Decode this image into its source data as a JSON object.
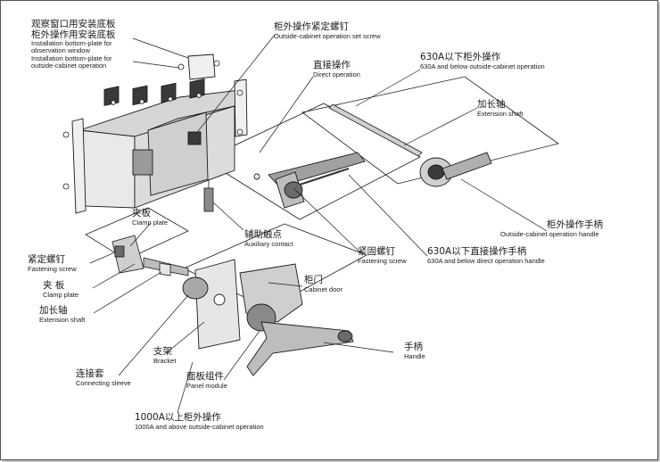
{
  "labels": {
    "observation_plate_zh": "观察窗口用安装底板",
    "outside_plate_zh": "柜外操作用安装底板",
    "observation_plate_en_1": "Installation bottom-plate for",
    "observation_plate_en_2": "observation window",
    "outside_plate_en_1": "Installation bottom-plate for",
    "outside_plate_en_2": "outside-cabinet operation",
    "set_screw_zh": "柜外操作紧定螺钉",
    "set_screw_en": "Outside-cabinet operation set screw",
    "direct_op_zh": "直接操作",
    "direct_op_en": "Direct operation",
    "op630_zh": "630A以下柜外操作",
    "op630_en": "630A and below outside-cabinet operation",
    "ext_shaft_zh": "加长轴",
    "ext_shaft_en": "Extension shaft",
    "clamp_plate_zh": "夹板",
    "clamp_plate_en": "Clamp plate",
    "aux_contact_zh": "辅助触点",
    "aux_contact_en": "Auxiliary contact",
    "outside_handle_zh": "柜外操作手柄",
    "outside_handle_en": "Outside-cabinet operation handle",
    "fastening_screw_left_zh": "紧定螺钉",
    "fastening_screw_left_en": "Fastening screw",
    "fastening_screw_mid_zh": "紧固螺钉",
    "fastening_screw_mid_en": "Fastening screw",
    "direct_handle630_zh": "630A以下直接操作手柄",
    "direct_handle630_en": "630A and below direct operation handle",
    "clamp_plate2_zh": "夹 板",
    "clamp_plate2_en": "Clamp plate",
    "ext_shaft2_zh": "加长轴",
    "ext_shaft2_en": "Extension shaft",
    "cabinet_door_zh": "柜门",
    "cabinet_door_en": "Cabinet door",
    "bracket_zh": "支架",
    "bracket_en": "Bracket",
    "panel_module_zh": "面板组件",
    "panel_module_en": "Panel module",
    "handle_zh": "手柄",
    "handle_en": "Handle",
    "sleeve_zh": "连接套",
    "sleeve_en": "Connecting sleeve",
    "op1000_zh": "1000A以上柜外操作",
    "op1000_en": "1000A and above outside-cabinet operation"
  },
  "colors": {
    "line": "#1a1a1a",
    "body_fill": "#e6e6e6",
    "dark_part": "#3a3a3a",
    "shade": "#bfbfbf"
  }
}
